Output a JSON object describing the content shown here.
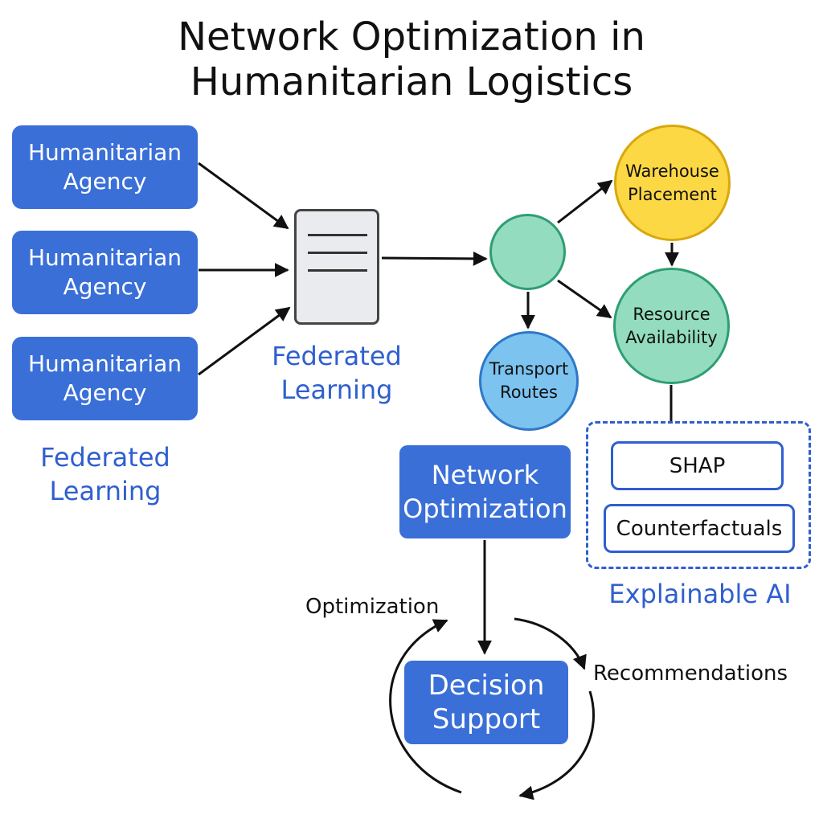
{
  "title": {
    "line1": "Network Optimization in",
    "line2": "Humanitarian Logistics"
  },
  "agencies": [
    {
      "line1": "Humanitarian",
      "line2": "Agency"
    },
    {
      "line1": "Humanitarian",
      "line2": "Agency"
    },
    {
      "line1": "Humanitarian",
      "line2": "Agency"
    }
  ],
  "left_label": {
    "line1": "Federated",
    "line2": "Learning"
  },
  "center_label": {
    "line1": "Federated",
    "line2": "Learning"
  },
  "nodes": {
    "warehouse": {
      "line1": "Warehouse",
      "line2": "Placement"
    },
    "resource": {
      "line1": "Resource",
      "line2": "Availability"
    },
    "transport": {
      "line1": "Transport",
      "line2": "Routes"
    }
  },
  "network_optimization": {
    "line1": "Network",
    "line2": "Optimization"
  },
  "explainable_ai": {
    "label": "Explainable AI",
    "items": [
      "SHAP",
      "Counterfactuals"
    ]
  },
  "decision_support": {
    "line1": "Decision",
    "line2": "Support"
  },
  "cycle_labels": {
    "optimization": "Optimization",
    "recommendations": "Recommendations"
  },
  "colors": {
    "agency": "#3a6fd8",
    "label": "#2f5fcf",
    "hub": "#93dcc0",
    "hub_border": "#2e9e72",
    "warehouse": "#fdd845",
    "warehouse_border": "#d9a80c",
    "transport": "#7cc3f0",
    "transport_border": "#2e78c8"
  }
}
